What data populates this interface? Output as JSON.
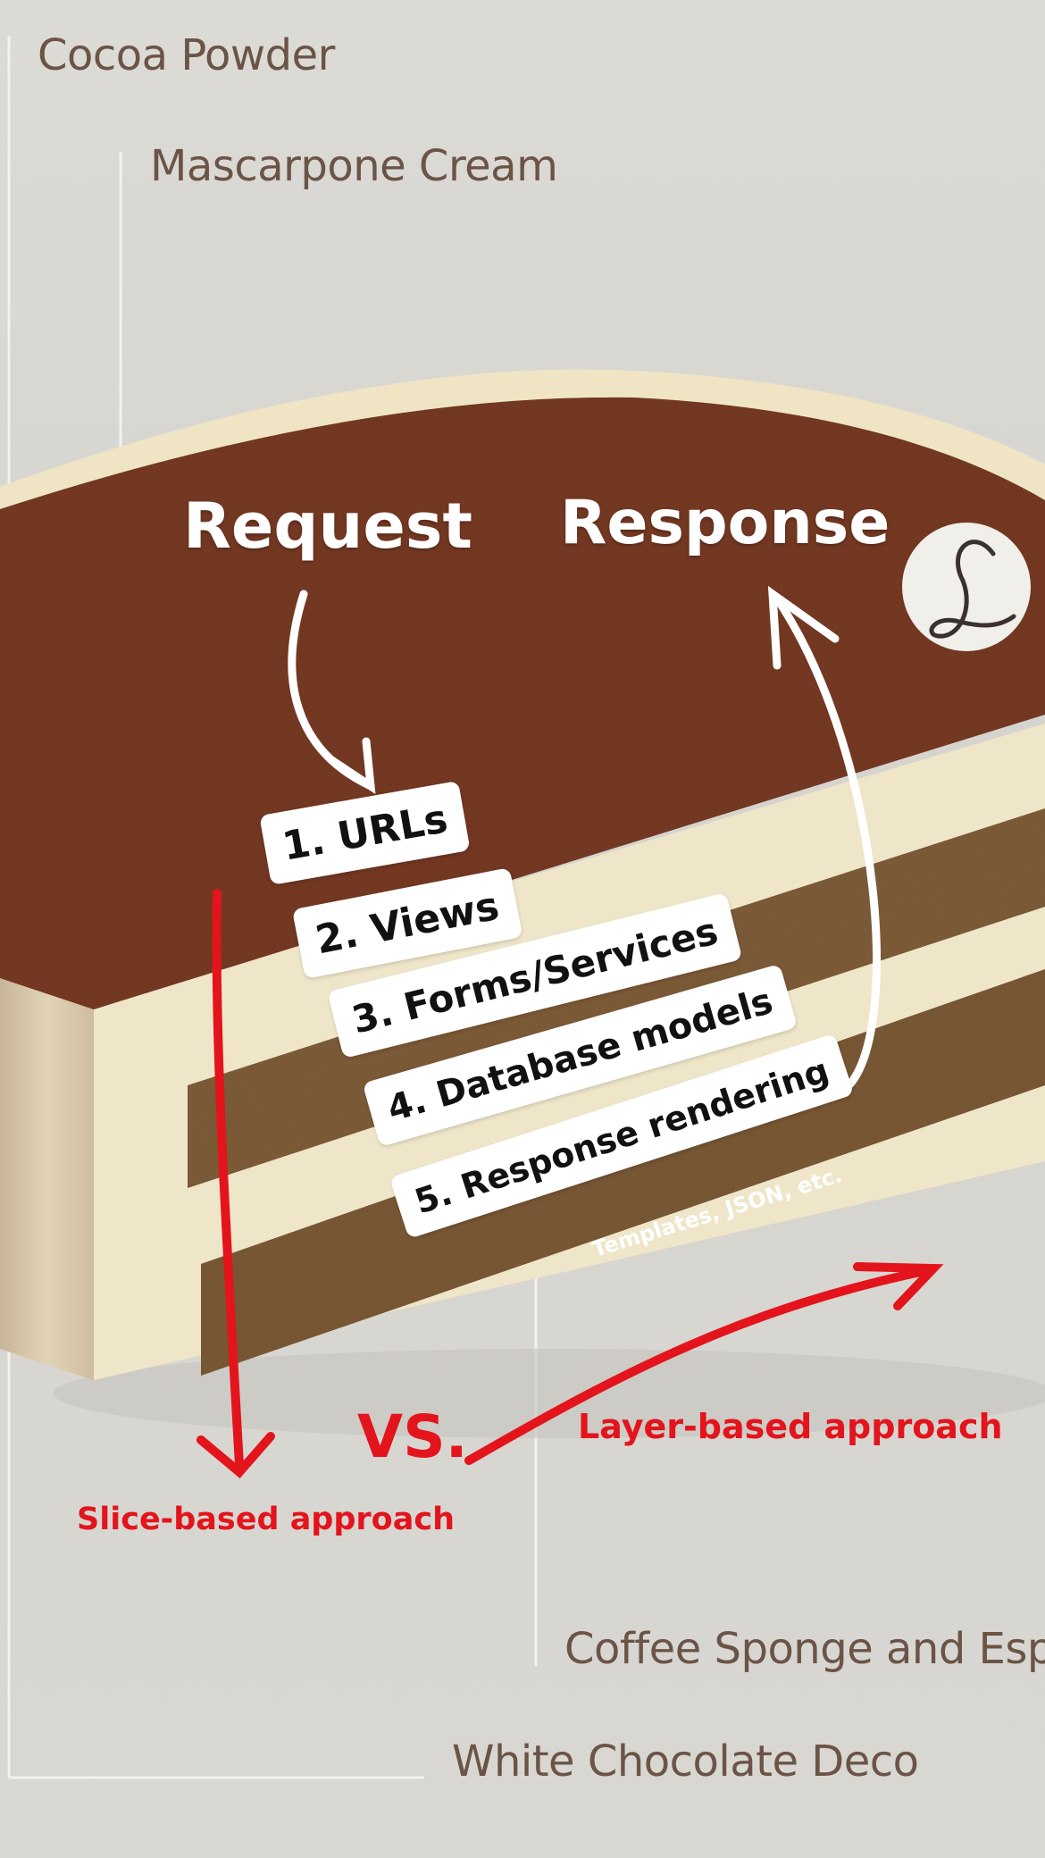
{
  "ingredients": {
    "cocoa_powder": "Cocoa Powder",
    "mascarpone_cream": "Mascarpone Cream",
    "coffee_sponge": "Coffee Sponge and Espre",
    "white_chocolate": "White Chocolate Deco"
  },
  "diagram": {
    "request": "Request",
    "response": "Response",
    "steps": [
      "1. URLs",
      "2. Views",
      "3. Forms/Services",
      "4. Database models",
      "5. Response rendering"
    ],
    "rendering_note": "Templates, JSON, etc.",
    "vs": "VS.",
    "slice_based": "Slice-based approach",
    "layer_based": "Layer-based approach"
  },
  "colors": {
    "cocoa": "#5f2a1a",
    "cream": "#efe6c9",
    "sponge": "#6b4a2a",
    "annotation_red": "#e3141c"
  },
  "logo": {
    "icon": "cursive-l-logo-icon"
  }
}
